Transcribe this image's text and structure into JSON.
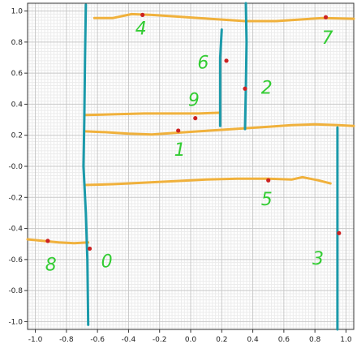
{
  "chart_data": {
    "type": "scatter",
    "title": "",
    "xlabel": "",
    "ylabel": "",
    "xlim": [
      -1.05,
      1.05
    ],
    "ylim": [
      -1.05,
      1.05
    ],
    "grid": true,
    "x_ticks": [
      "-1.0",
      "-0.8",
      "-0.6",
      "-0.4",
      "-0.2",
      "0.0",
      "0.2",
      "0.4",
      "0.6",
      "0.8",
      "1.0"
    ],
    "y_ticks": [
      "1.0",
      "0.8",
      "0.6",
      "0.4",
      "0.2",
      "-0.0",
      "-0.2",
      "-0.4",
      "-0.6",
      "-0.8",
      "-1.0"
    ],
    "colors": {
      "horizontal_stroke": "#f0b13c",
      "vertical_stroke": "#1b9aaa",
      "point": "#cc2222",
      "digit": "#33cc33",
      "grid_major": "#c8c8c8",
      "grid_minor": "#ececec"
    },
    "horizontal_strokes": [
      {
        "id": "h-4",
        "points": [
          [
            -0.62,
            0.955
          ],
          [
            -0.5,
            0.955
          ],
          [
            -0.38,
            0.98
          ],
          [
            -0.25,
            0.975
          ],
          [
            -0.1,
            0.965
          ],
          [
            0.05,
            0.955
          ],
          [
            0.2,
            0.945
          ],
          [
            0.35,
            0.935
          ],
          [
            0.55,
            0.935
          ],
          [
            0.7,
            0.945
          ],
          [
            0.85,
            0.955
          ],
          [
            1.05,
            0.95
          ]
        ]
      },
      {
        "id": "h-9",
        "points": [
          [
            -0.68,
            0.33
          ],
          [
            -0.5,
            0.335
          ],
          [
            -0.3,
            0.34
          ],
          [
            -0.1,
            0.34
          ],
          [
            0.05,
            0.34
          ],
          [
            0.18,
            0.345
          ]
        ]
      },
      {
        "id": "h-1",
        "points": [
          [
            -0.68,
            0.225
          ],
          [
            -0.55,
            0.22
          ],
          [
            -0.4,
            0.21
          ],
          [
            -0.25,
            0.205
          ],
          [
            -0.1,
            0.215
          ],
          [
            0.05,
            0.225
          ],
          [
            0.2,
            0.235
          ],
          [
            0.35,
            0.245
          ],
          [
            0.5,
            0.255
          ],
          [
            0.65,
            0.265
          ],
          [
            0.8,
            0.27
          ],
          [
            0.95,
            0.265
          ],
          [
            1.05,
            0.26
          ]
        ]
      },
      {
        "id": "h-5",
        "points": [
          [
            -0.68,
            -0.12
          ],
          [
            -0.5,
            -0.115
          ],
          [
            -0.3,
            -0.105
          ],
          [
            -0.1,
            -0.095
          ],
          [
            0.1,
            -0.085
          ],
          [
            0.3,
            -0.08
          ],
          [
            0.5,
            -0.08
          ],
          [
            0.65,
            -0.085
          ],
          [
            0.72,
            -0.07
          ],
          [
            0.82,
            -0.09
          ],
          [
            0.9,
            -0.11
          ]
        ]
      },
      {
        "id": "h-8",
        "points": [
          [
            -1.05,
            -0.47
          ],
          [
            -0.95,
            -0.48
          ],
          [
            -0.85,
            -0.49
          ],
          [
            -0.75,
            -0.495
          ],
          [
            -0.66,
            -0.49
          ]
        ]
      }
    ],
    "vertical_strokes": [
      {
        "id": "v-0",
        "points": [
          [
            -0.675,
            1.04
          ],
          [
            -0.68,
            0.7
          ],
          [
            -0.685,
            0.3
          ],
          [
            -0.69,
            0.0
          ],
          [
            -0.675,
            -0.3
          ],
          [
            -0.665,
            -0.6
          ],
          [
            -0.66,
            -1.02
          ]
        ]
      },
      {
        "id": "v-6",
        "points": [
          [
            0.2,
            0.88
          ],
          [
            0.19,
            0.7
          ],
          [
            0.19,
            0.5
          ],
          [
            0.19,
            0.26
          ]
        ]
      },
      {
        "id": "v-2",
        "points": [
          [
            0.355,
            1.05
          ],
          [
            0.36,
            0.8
          ],
          [
            0.355,
            0.5
          ],
          [
            0.35,
            0.24
          ]
        ]
      },
      {
        "id": "v-3",
        "points": [
          [
            0.945,
            0.25
          ],
          [
            0.945,
            -0.1
          ],
          [
            0.945,
            -0.5
          ],
          [
            0.945,
            -1.05
          ]
        ]
      }
    ],
    "points": [
      {
        "x": -0.31,
        "y": 0.975
      },
      {
        "x": 0.87,
        "y": 0.96
      },
      {
        "x": 0.23,
        "y": 0.68
      },
      {
        "x": 0.35,
        "y": 0.5
      },
      {
        "x": 0.03,
        "y": 0.31
      },
      {
        "x": -0.08,
        "y": 0.23
      },
      {
        "x": 0.5,
        "y": -0.09
      },
      {
        "x": -0.92,
        "y": -0.48
      },
      {
        "x": -0.65,
        "y": -0.53
      },
      {
        "x": 0.955,
        "y": -0.43
      }
    ],
    "digit_labels": [
      {
        "text": "4",
        "x": -0.32,
        "y": 0.88
      },
      {
        "text": "7",
        "x": 0.88,
        "y": 0.82
      },
      {
        "text": "6",
        "x": 0.08,
        "y": 0.66
      },
      {
        "text": "2",
        "x": 0.49,
        "y": 0.5
      },
      {
        "text": "9",
        "x": 0.02,
        "y": 0.42
      },
      {
        "text": "1",
        "x": -0.07,
        "y": 0.1
      },
      {
        "text": "5",
        "x": 0.49,
        "y": -0.22
      },
      {
        "text": "8",
        "x": -0.9,
        "y": -0.64
      },
      {
        "text": "0",
        "x": -0.54,
        "y": -0.62
      },
      {
        "text": "3",
        "x": 0.82,
        "y": -0.6
      }
    ]
  }
}
